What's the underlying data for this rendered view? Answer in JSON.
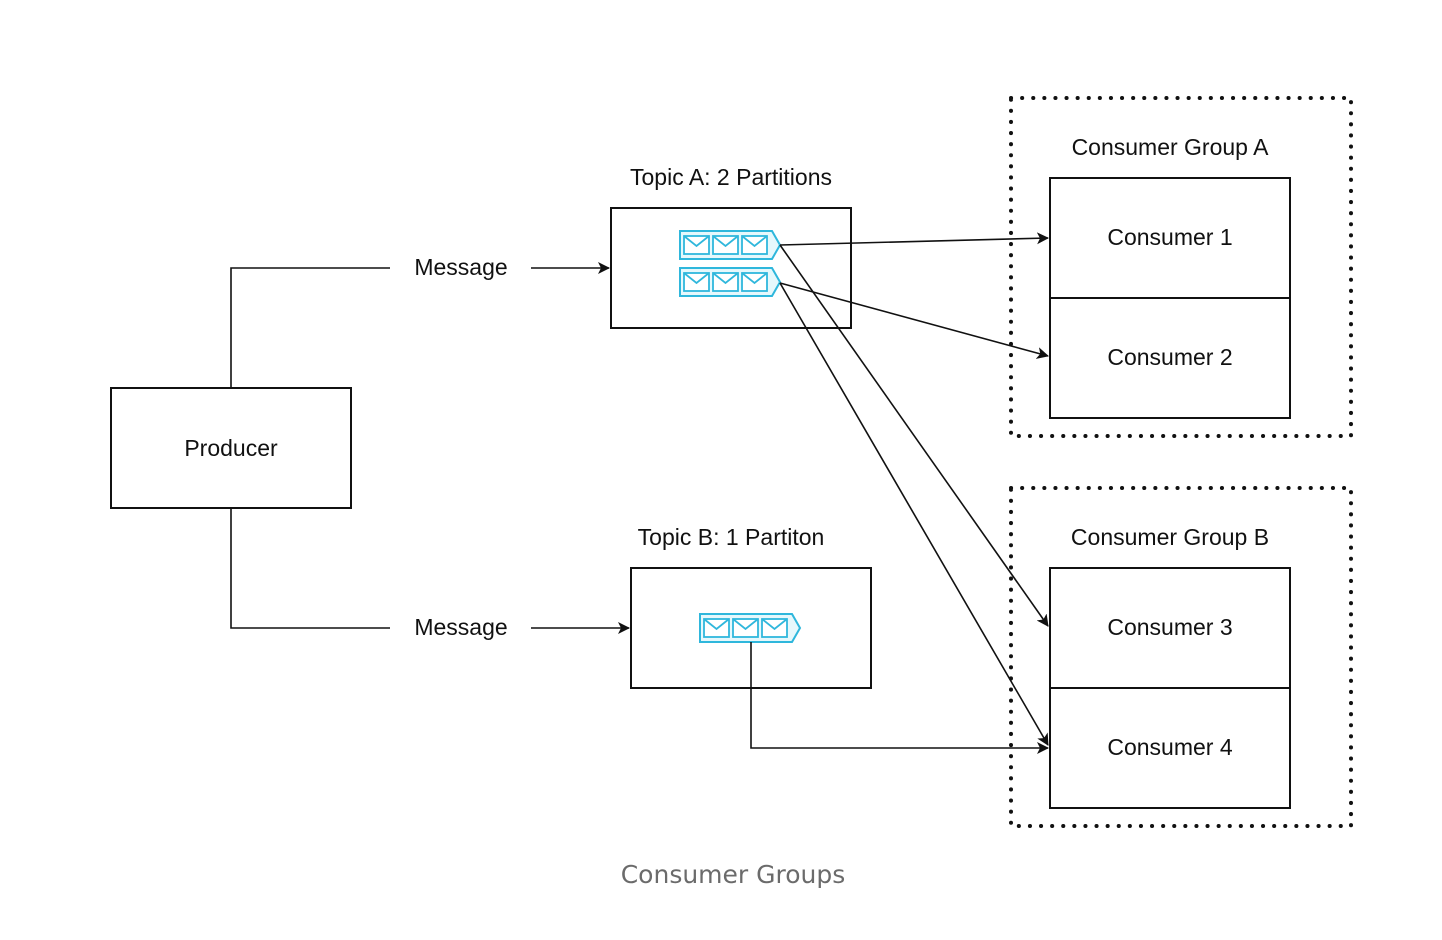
{
  "producer": {
    "label": "Producer"
  },
  "edges": {
    "message_top": "Message",
    "message_bottom": "Message"
  },
  "topics": {
    "a": {
      "title": "Topic A: 2 Partitions",
      "partition_count": 2
    },
    "b": {
      "title": "Topic B: 1 Partiton",
      "partition_count": 1
    }
  },
  "groups": {
    "a": {
      "title": "Consumer Group A",
      "consumers": [
        "Consumer 1",
        "Consumer 2"
      ]
    },
    "b": {
      "title": "Consumer Group B",
      "consumers": [
        "Consumer 3",
        "Consumer 4"
      ]
    }
  },
  "caption": "Consumer Groups",
  "icons": {
    "partition": "message-queue-icon"
  },
  "colors": {
    "line": "#111111",
    "queue_stroke": "#2fb7dc",
    "queue_fill": "#e6f8fc",
    "caption": "#6b6b6b"
  }
}
